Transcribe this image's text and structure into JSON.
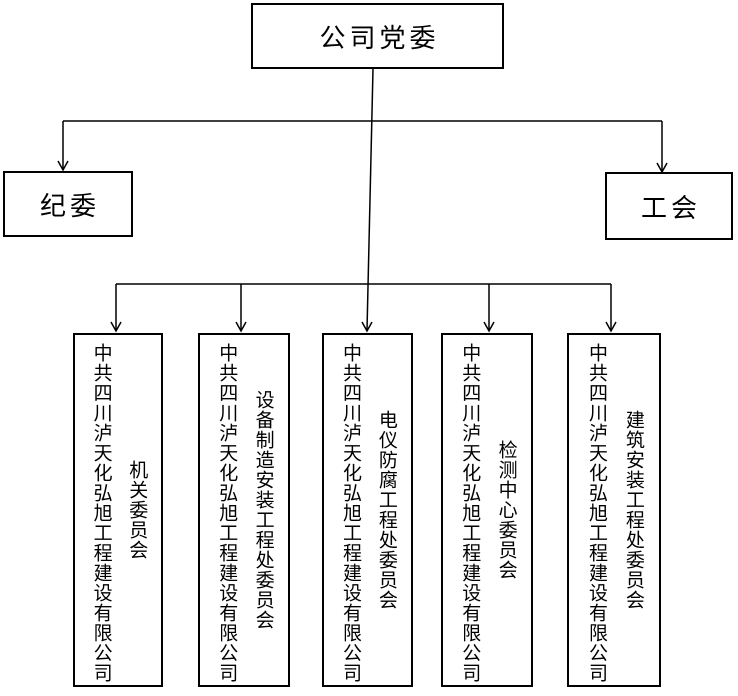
{
  "page": {
    "background_color": "#ffffff",
    "line_color": "#000000",
    "text_color": "#000000"
  },
  "org_chart": {
    "root": {
      "label": "公司党委"
    },
    "branches": [
      {
        "label": "纪委"
      },
      {
        "label": "工会"
      }
    ],
    "company_name": "中共四川泸天化弘旭工程建设有限公司",
    "committees": [
      {
        "name": "机关委员会"
      },
      {
        "name": "设备制造安装工程处委员会"
      },
      {
        "name": "电仪防腐工程处委员会"
      },
      {
        "name": "检测中心委员会"
      },
      {
        "name": "建筑安装工程处委员会"
      }
    ]
  }
}
